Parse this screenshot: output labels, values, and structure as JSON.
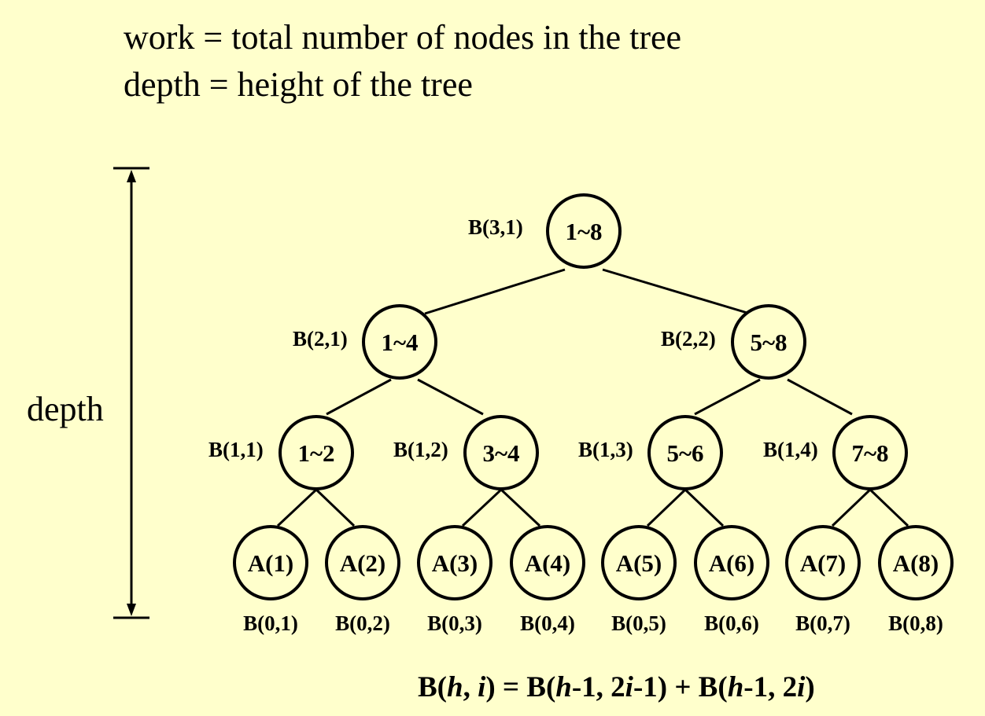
{
  "header": {
    "line1": "work = total number of nodes in the tree",
    "line2": "depth = height of the tree"
  },
  "depth_label": "depth",
  "tree": {
    "internal_nodes": [
      {
        "id": "r",
        "text": "1~8",
        "label": "B(3,1)"
      },
      {
        "id": "l1",
        "text": "1~4",
        "label": "B(2,1)"
      },
      {
        "id": "r1",
        "text": "5~8",
        "label": "B(2,2)"
      },
      {
        "id": "a",
        "text": "1~2",
        "label": "B(1,1)"
      },
      {
        "id": "b",
        "text": "3~4",
        "label": "B(1,2)"
      },
      {
        "id": "c",
        "text": "5~6",
        "label": "B(1,3)"
      },
      {
        "id": "d",
        "text": "7~8",
        "label": "B(1,4)"
      }
    ],
    "leaves": [
      {
        "text": "A(1)",
        "label": "B(0,1)"
      },
      {
        "text": "A(2)",
        "label": "B(0,2)"
      },
      {
        "text": "A(3)",
        "label": "B(0,3)"
      },
      {
        "text": "A(4)",
        "label": "B(0,4)"
      },
      {
        "text": "A(5)",
        "label": "B(0,5)"
      },
      {
        "text": "A(6)",
        "label": "B(0,6)"
      },
      {
        "text": "A(7)",
        "label": "B(0,7)"
      },
      {
        "text": "A(8)",
        "label": "B(0,8)"
      }
    ]
  },
  "formula": {
    "p1": "B(",
    "h": "h",
    "p2": ", ",
    "i": "i",
    "p3": ") = B(",
    "h2": "h",
    "p4": "-1, 2",
    "i2": "i",
    "p5": "-1) + B(",
    "h3": "h",
    "p6": "-1, 2",
    "i3": "i",
    "p7": ")"
  }
}
